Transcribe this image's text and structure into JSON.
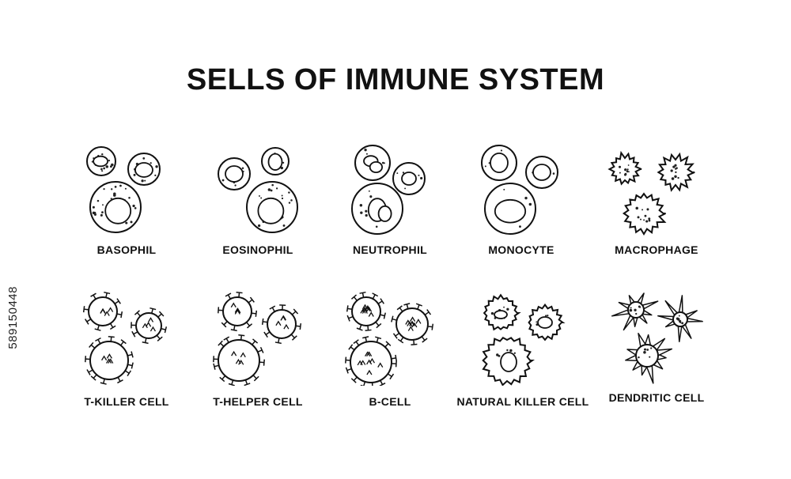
{
  "title": "SELLS OF IMMUNE SYSTEM",
  "side_id": "589150448",
  "cells": [
    {
      "name": "basophil",
      "label": "BASOPHIL",
      "kind": "granulocyte-dense"
    },
    {
      "name": "eosinophil",
      "label": "EOSINOPHIL",
      "kind": "granulocyte"
    },
    {
      "name": "neutrophil",
      "label": "NEUTROPHIL",
      "kind": "granulocyte-lobed"
    },
    {
      "name": "monocyte",
      "label": "MONOCYTE",
      "kind": "monocyte"
    },
    {
      "name": "macrophage",
      "label": "MACROPHAGE",
      "kind": "spiky-small"
    },
    {
      "name": "t-killer-cell",
      "label": "T-KILLER CELL",
      "kind": "receptor"
    },
    {
      "name": "t-helper-cell",
      "label": "T-HELPER CELL",
      "kind": "receptor"
    },
    {
      "name": "b-cell",
      "label": "B-CELL",
      "kind": "receptor-dense"
    },
    {
      "name": "natural-killer-cell",
      "label": "NATURAL KILLER CELL",
      "kind": "nk"
    },
    {
      "name": "dendritic-cell",
      "label": "DENDRITIC CELL",
      "kind": "dendritic"
    }
  ]
}
